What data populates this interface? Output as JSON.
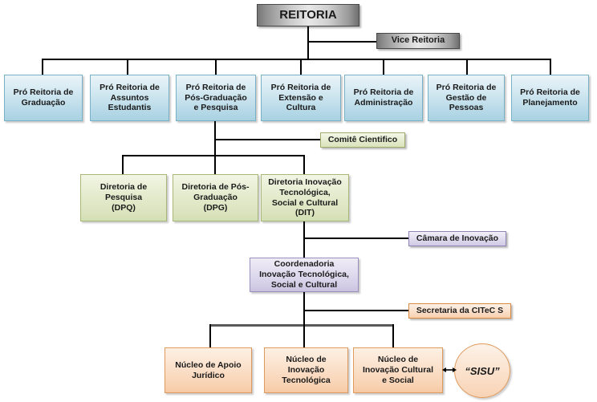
{
  "diagram": {
    "title": "Organograma REITORIA",
    "type": "org-chart",
    "colors": {
      "gray": "#c9c9c9",
      "blue": "#b9dae8",
      "green": "#dbe4bf",
      "purple": "#d2cce6",
      "orange": "#f8d2b2"
    }
  },
  "level0": {
    "reitoria": "REITORIA",
    "vice_reitoria": "Vice Reitoria"
  },
  "pro_reitorias": [
    {
      "label": "Pró Reitoria de\nGraduação"
    },
    {
      "label": "Pró Reitoria de\nAssuntos\nEstudantis"
    },
    {
      "label": "Pró Reitoria de\nPós-Graduação\ne Pesquisa"
    },
    {
      "label": "Pró Reitoria de\nExtensão e\nCultura"
    },
    {
      "label": "Pró Reitoria de\nAdministração"
    },
    {
      "label": "Pró Reitoria de\nGestão de\nPessoas"
    },
    {
      "label": "Pró Reitoria de\nPlanejamento"
    }
  ],
  "comite": {
    "label": "Comitê Cientifico"
  },
  "diretorias": [
    {
      "label": "Diretoria de\nPesquisa\n(DPQ)"
    },
    {
      "label": "Diretoria de Pós-\nGraduação\n(DPG)"
    },
    {
      "label": "Diretoria Inovação\nTecnológica,\nSocial e Cultural\n(DIT)"
    }
  ],
  "camara": {
    "label": "Câmara de Inovação"
  },
  "coordenadoria": {
    "label": "Coordenadoria\nInovação Tecnológica,\nSocial e Cultural"
  },
  "secretaria": {
    "label": "Secretaria da CITeC S"
  },
  "nucleos": [
    {
      "label": "Núcleo de Apoio\nJurídico"
    },
    {
      "label": "Núcleo de\nInovação\nTecnológica"
    },
    {
      "label": "Núcleo de\nInovação Cultural\ne Social"
    }
  ],
  "sisu": {
    "label": "“SISU”"
  }
}
